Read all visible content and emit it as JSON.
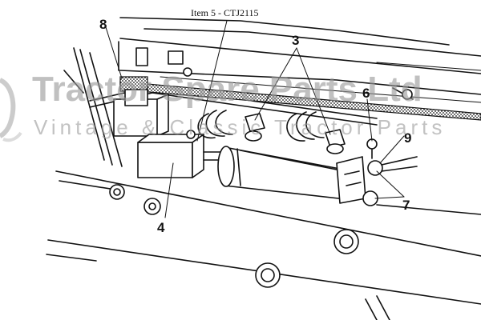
{
  "caption": "Item 5 - CTJ2115",
  "callouts": {
    "item_3": "3",
    "item_4": "4",
    "item_6": "6",
    "item_7": "7",
    "item_8": "8",
    "item_9": "9"
  },
  "watermark": {
    "title": "Tractor Spare Parts Ltd",
    "subtitle": "Vintage & Classic Tractor Parts",
    "color": "#9a9a9a"
  }
}
